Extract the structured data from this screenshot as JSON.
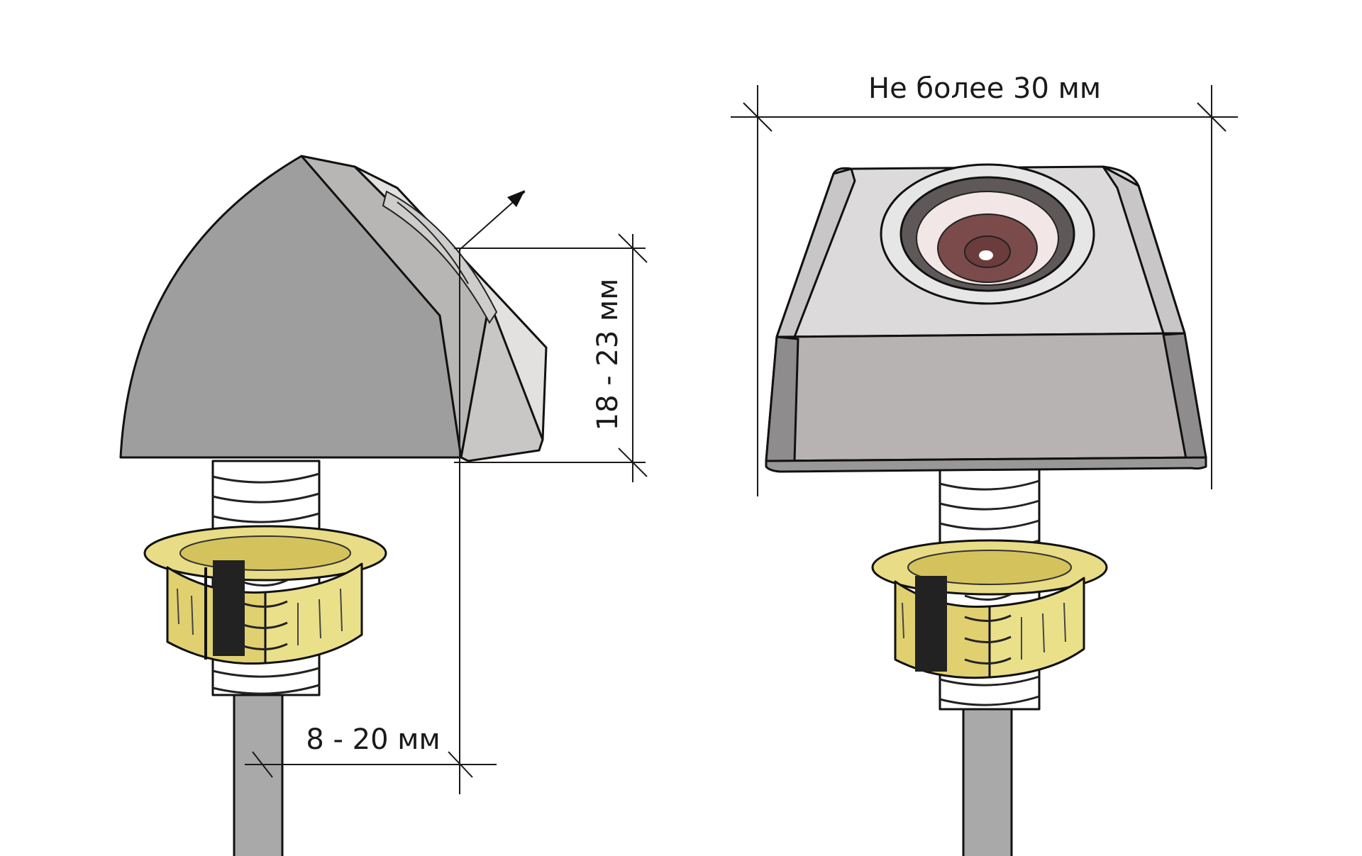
{
  "labels": {
    "height_range": "18 - 23 мм",
    "mount_range": "8 - 20 мм",
    "max_width": "Не более 30 мм"
  },
  "colors": {
    "body_dark": "#9e9e9e",
    "body_mid": "#b7b3b3",
    "body_light": "#e0dede",
    "thread": "#ffffff",
    "nut": "#e8dc86",
    "nut_shadow": "#c9b24a",
    "lens_outer": "#e6e6e6",
    "lens_ring": "#6b6464",
    "lens_glass": "#f2e6e6",
    "lens_inner": "#7a4b4a",
    "cable": "#a9a9a9"
  }
}
